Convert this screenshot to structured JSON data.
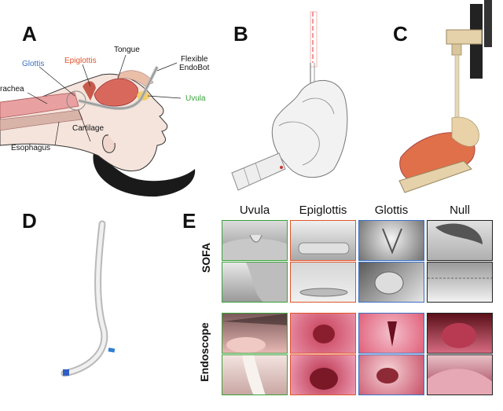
{
  "panels": {
    "a": "A",
    "b": "B",
    "c": "C",
    "d": "D",
    "e": "E"
  },
  "anatomy": {
    "glottis": "Glottis",
    "epiglottis": "Epiglottis",
    "tongue": "Tongue",
    "flexible_endobot": "Flexible\nEndoBot",
    "trachea": "rachea",
    "uvula": "Uvula",
    "cartilage": "Cartilage",
    "esophagus": "Esophagus"
  },
  "grid": {
    "columns": [
      "Uvula",
      "Epiglottis",
      "Glottis",
      "Null"
    ],
    "rows": [
      "SOFA",
      "Endoscope"
    ]
  },
  "colors": {
    "glottis": "#3a6fc4",
    "epiglottis": "#e0552b",
    "uvula": "#3aa23a",
    "null": "#222222",
    "phantom": "#e0704a"
  }
}
